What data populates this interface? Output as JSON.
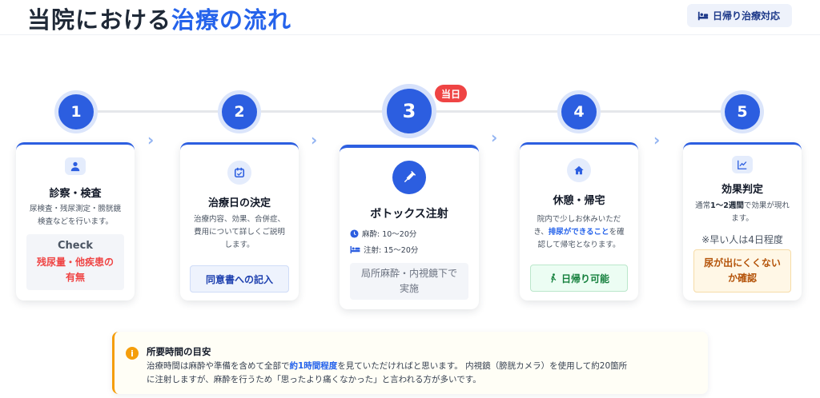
{
  "header": {
    "title_main": "当院における",
    "title_accent": "治療の流れ",
    "badge": "日帰り治療対応"
  },
  "today_tag": "当日",
  "steps": [
    {
      "number": "1",
      "icon": "doctor-icon",
      "title": "診察・検査",
      "text1": "尿検査・残尿測定・膀胱鏡",
      "text2": "検査などを行います。",
      "box_head": "Check",
      "box_line1": "残尿量・他疾患の",
      "box_line2": "有無"
    },
    {
      "number": "2",
      "icon": "calendar-icon",
      "title": "治療日の決定",
      "text1": "治療内容、効果、合併症、",
      "text2": "費用について詳しくご説明",
      "text3": "します。",
      "box": "同意書への記入"
    },
    {
      "number": "3",
      "icon": "syringe-icon",
      "title": "ボトックス注射",
      "anesthesia": "麻酔: 10〜20分",
      "injection": "注射: 15〜20分",
      "box_line1": "局所麻酔・内視鏡下で",
      "box_line2": "実施"
    },
    {
      "number": "4",
      "icon": "home-icon",
      "title": "休憩・帰宅",
      "text1": "院内で少しお休みいただ",
      "text2_pre": "き、",
      "text2_em": "排尿ができること",
      "text2_post": "を確",
      "text3": "認して帰宅となります。",
      "box": "日帰り可能"
    },
    {
      "number": "5",
      "icon": "chart-icon",
      "title": "効果判定",
      "text1_pre": "通常",
      "text1_em": "1〜2週間",
      "text1_post": "で効果が現れ",
      "text2": "ます。",
      "note": "※早い人は4日程度",
      "box_line1": "尿が出にくくない",
      "box_line2": "か確認"
    }
  ],
  "info": {
    "title": "所要時間の目安",
    "line1_pre": "治療時間は麻酔や準備を含めて全部で",
    "line1_em": "約1時間程度",
    "line1_post": "を見ていただければと思います。 内視鏡（膀胱カメラ）を使用して約20箇所",
    "line2": "に注射しますが、麻酔を行うため「思ったより痛くなかった」と言われる方が多いです。"
  },
  "colors": {
    "primary": "#2c5ee0",
    "accent_red": "#ef4444",
    "success": "#15803d",
    "warning": "#b45309",
    "info": "#f59e0b"
  }
}
